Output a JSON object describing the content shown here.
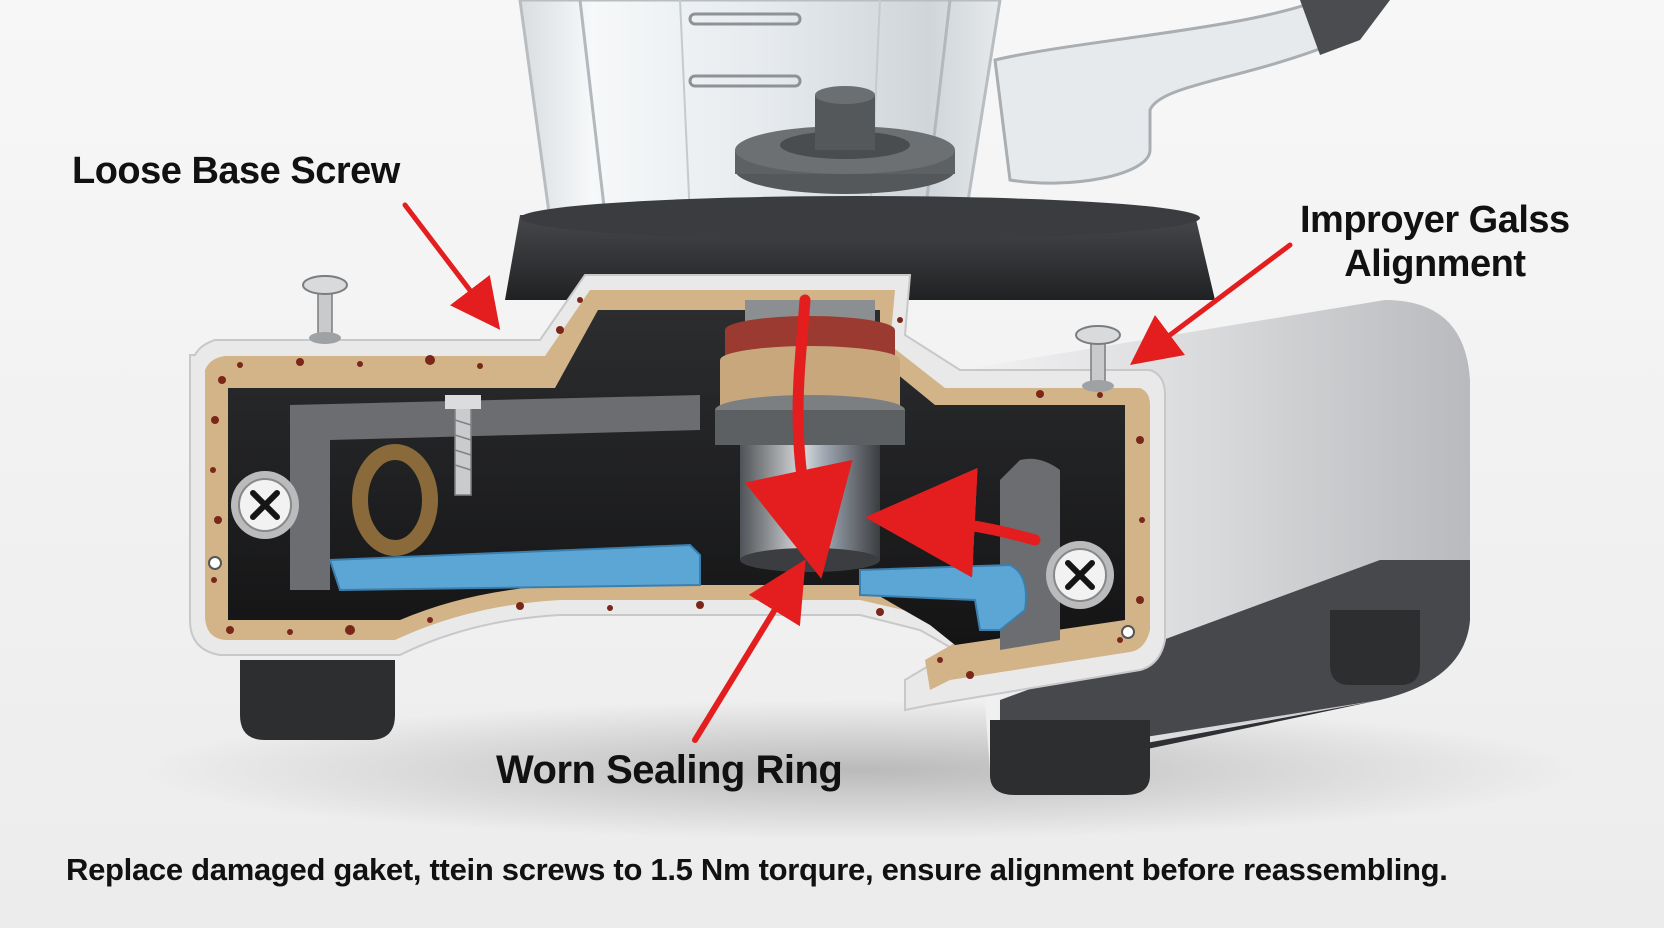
{
  "labels": {
    "loose_base_screw": "Loose Base Screw",
    "improper_alignment_line1": "Improyer Galss",
    "improper_alignment_line2": "Alignment",
    "worn_sealing_ring": "Worn Sealing Ring"
  },
  "instruction": "Replace damaged gaket, ttein screws to 1.5 Nm torqure, ensure alignment before reassembling.",
  "colors": {
    "arrow": "#e41e1e",
    "housing": "#e9e9ea",
    "insulation": "#d2b488",
    "rust": "#7a2618",
    "gasket": "#5ca6d6",
    "motor_ring_red": "#9b3a30",
    "base_cap": "#2e2f31"
  }
}
